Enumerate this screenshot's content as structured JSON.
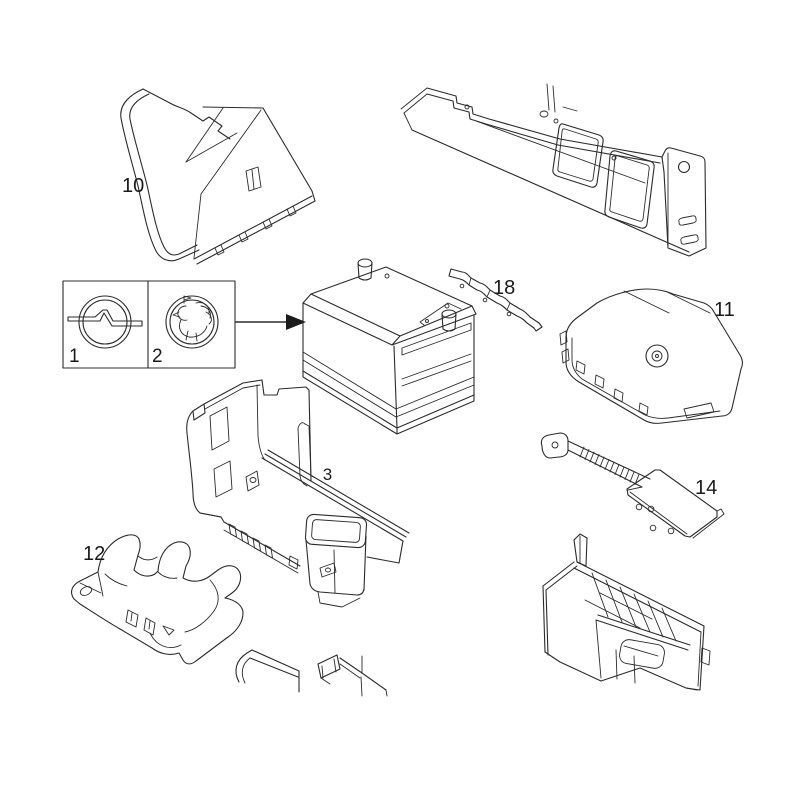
{
  "diagram": {
    "background_color": "#ffffff",
    "line_color": "#2b2b2b",
    "callouts": [
      {
        "text": "10"
      },
      {
        "text": "1"
      },
      {
        "text": "2"
      },
      {
        "text": "18"
      },
      {
        "text": "11"
      },
      {
        "text": "3",
        "highlighted": true
      },
      {
        "text": "14"
      },
      {
        "text": "12"
      }
    ],
    "highlight": {
      "background": "#3cb9dc",
      "text_color": "#2f7f9d"
    },
    "legend": {
      "brand_icons": [
        "opel-blitz",
        "vauxhall-griffin"
      ]
    }
  }
}
